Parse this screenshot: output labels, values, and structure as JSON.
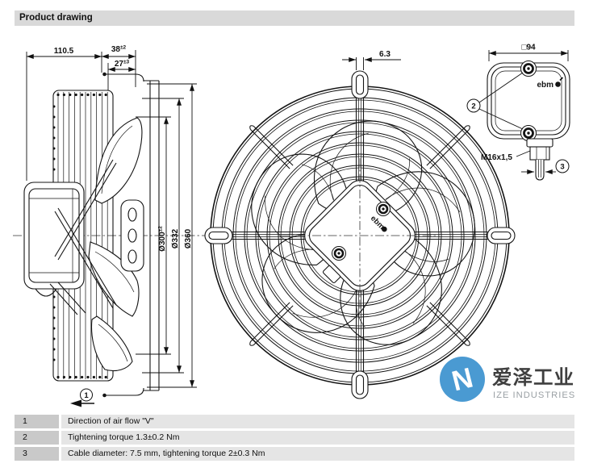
{
  "page": {
    "title": "Product drawing"
  },
  "side_view": {
    "dim_depth_total": "110.5",
    "dim_guard_depth": "38",
    "dim_guard_depth_tol": "±2",
    "dim_blade_depth": "27",
    "dim_blade_depth_tol": "±3",
    "dim_blade_circle": "Ø300",
    "dim_blade_circle_tol": "±2",
    "dim_bolt_circle": "Ø332",
    "dim_outer_dia": "Ø360",
    "airflow_ref": "1"
  },
  "front_view": {
    "dim_tab_slot": "6.3",
    "hub_logo": "ebm"
  },
  "terminal_box": {
    "dim_box_size": "□94",
    "logo": "ebm",
    "screws_ref": "2",
    "gland_thread": "M16x1,5",
    "cable_ref": "3"
  },
  "watermark": {
    "monogram": "N",
    "name_cn": "爱泽工业",
    "name_en": "IZE INDUSTRIES",
    "brand_color": "#4a9ad2"
  },
  "notes_table": {
    "rows": [
      {
        "ref": "1",
        "text": "Direction of air flow \"V\""
      },
      {
        "ref": "2",
        "text": "Tightening torque 1.3±0.2 Nm"
      },
      {
        "ref": "3",
        "text": "Cable diameter: 7.5 mm, tightening torque 2±0.3 Nm"
      }
    ]
  }
}
